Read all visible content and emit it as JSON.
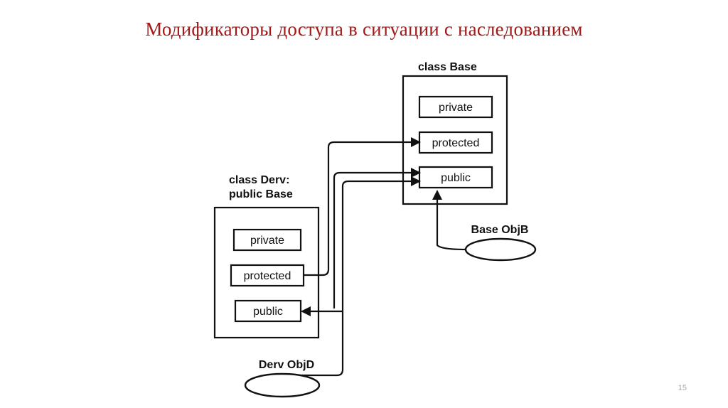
{
  "slide": {
    "title": "Модификаторы доступа в ситуации с наследованием",
    "title_color": "#a31919",
    "page_number": "15",
    "background_color": "#ffffff"
  },
  "diagram": {
    "type": "class-inheritance-access-diagram",
    "line_color": "#111111",
    "classes": [
      {
        "id": "base",
        "label": "class Base",
        "label_lines": [
          "class Base"
        ],
        "members": [
          "private",
          "protected",
          "public"
        ]
      },
      {
        "id": "derv",
        "label": "class Derv: public Base",
        "label_lines": [
          "class Derv:",
          "public Base"
        ],
        "members": [
          "private",
          "protected",
          "public"
        ]
      }
    ],
    "objects": [
      {
        "id": "objb",
        "label": "Base ObjB",
        "shape": "ellipse"
      },
      {
        "id": "objd",
        "label": "Derv ObjD",
        "shape": "ellipse"
      }
    ],
    "connections": [
      {
        "from": "derv.protected",
        "to": "base.protected",
        "arrow": "to"
      },
      {
        "from": "derv.public",
        "to": "base.public",
        "arrow": "to"
      },
      {
        "from": "objd",
        "to": "base.public",
        "arrow": "to"
      },
      {
        "from": "objd",
        "to": "derv.public",
        "arrow": "to"
      },
      {
        "from": "objb",
        "to": "base.public",
        "arrow": "to"
      }
    ]
  }
}
